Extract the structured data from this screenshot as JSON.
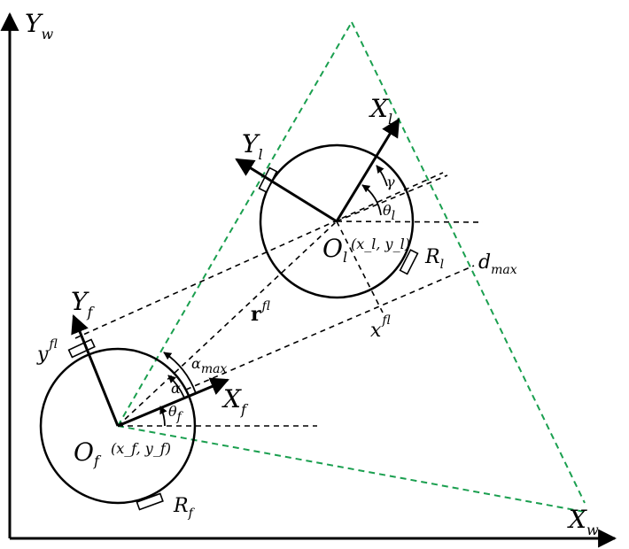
{
  "axes": {
    "world_y": {
      "base": "Y",
      "sub": "w"
    },
    "world_x": {
      "base": "X",
      "sub": "w"
    }
  },
  "leader": {
    "x_axis": {
      "base": "X",
      "sub": "l"
    },
    "y_axis": {
      "base": "Y",
      "sub": "l"
    },
    "origin": {
      "base": "O",
      "sub": "l",
      "coords": "(x_l, y_l)"
    },
    "radius": {
      "base": "R",
      "sub": "l"
    },
    "theta": {
      "base": "θ",
      "sub": "l"
    },
    "gamma": "γ"
  },
  "follower": {
    "x_axis": {
      "base": "X",
      "sub": "f"
    },
    "y_axis": {
      "base": "Y",
      "sub": "f"
    },
    "origin": {
      "base": "O",
      "sub": "f",
      "coords": "(x_f, y_f)"
    },
    "radius": {
      "base": "R",
      "sub": "f"
    },
    "theta": {
      "base": "θ",
      "sub": "f"
    },
    "alpha": "α",
    "alpha_max": {
      "base": "α",
      "sub": "max"
    }
  },
  "relative": {
    "r": {
      "base": "r",
      "sub": "l",
      "sup": "f"
    },
    "x_l": {
      "base": "x",
      "sub": "l",
      "sup": "f"
    },
    "y_l": {
      "base": "y",
      "sub": "l",
      "sup": "f"
    },
    "d_max": {
      "base": "d",
      "sub": "max"
    }
  },
  "colors": {
    "stroke": "#000000",
    "fov": "#1a9f4f"
  }
}
